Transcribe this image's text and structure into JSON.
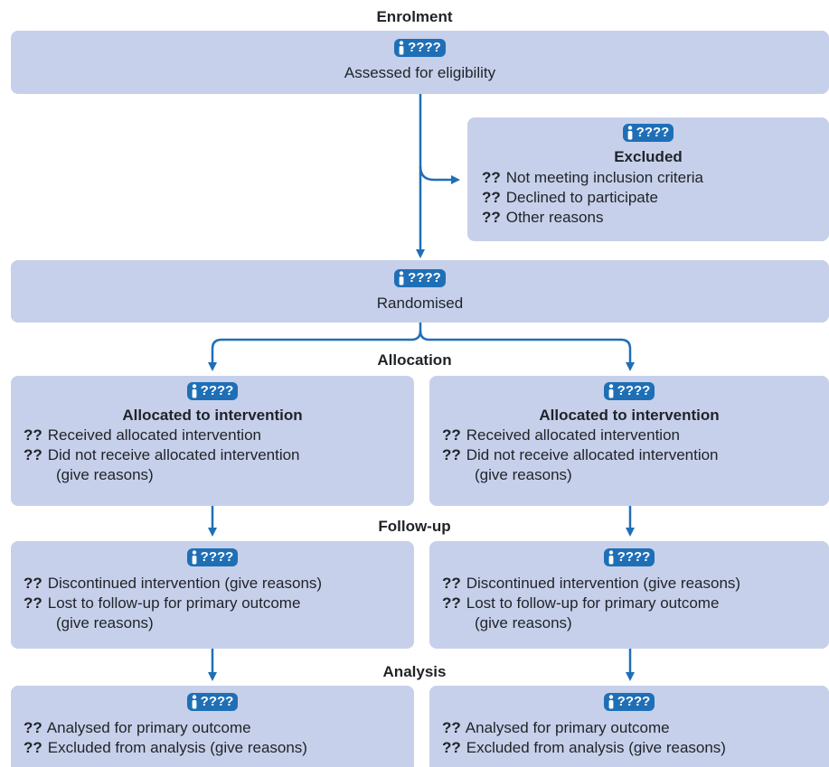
{
  "sections": {
    "enrolment": "Enrolment",
    "allocation": "Allocation",
    "follow_up": "Follow-up",
    "analysis": "Analysis"
  },
  "count_placeholder": "????",
  "item_placeholder": "??",
  "assessed": {
    "label": "Assessed for eligibility"
  },
  "excluded": {
    "title": "Excluded",
    "items": [
      "Not meeting inclusion criteria",
      "Declined to participate",
      "Other reasons"
    ]
  },
  "randomised": {
    "label": "Randomised"
  },
  "allocation": {
    "title": "Allocated to intervention",
    "items": [
      "Received allocated intervention",
      "Did not receive allocated intervention"
    ],
    "note": "(give reasons)"
  },
  "follow_up": {
    "items": [
      "Discontinued intervention (give reasons)",
      "Lost to follow-up for primary outcome"
    ],
    "note": "(give reasons)"
  },
  "analysis": {
    "items": [
      "Analysed for primary outcome",
      "Excluded from analysis (give reasons)"
    ]
  },
  "colors": {
    "box": "#c6d0ea",
    "accent": "#1f6fb6"
  },
  "icons": {
    "participant": "person-icon"
  }
}
